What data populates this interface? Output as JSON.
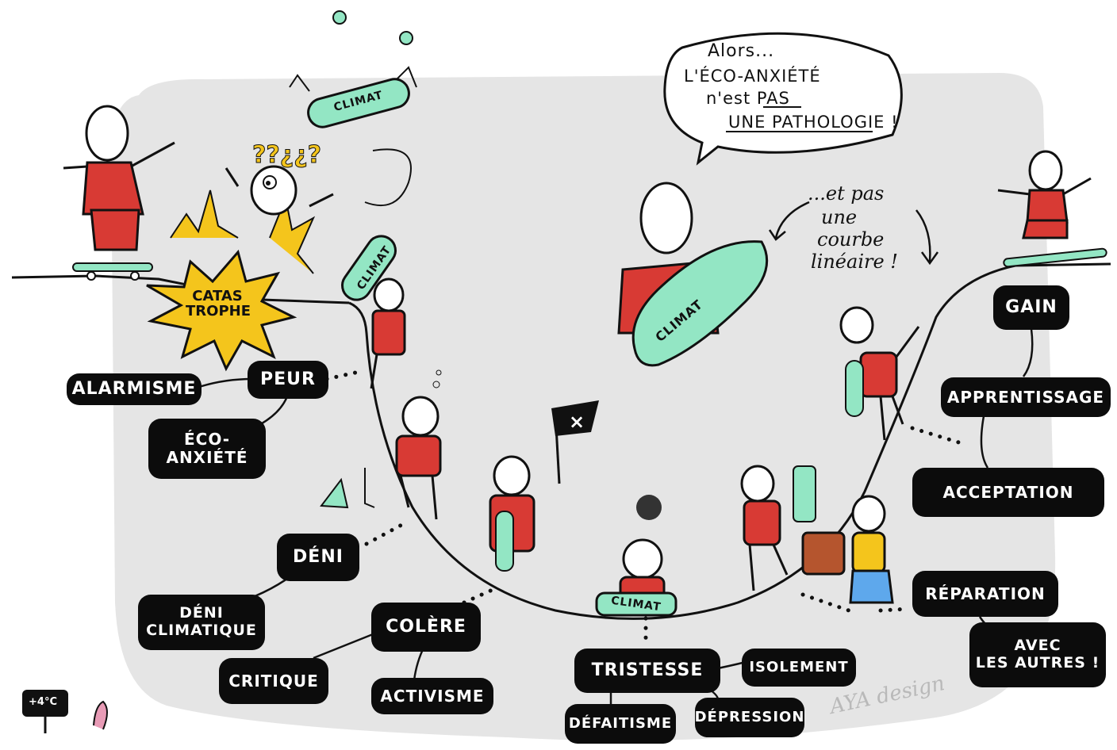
{
  "speech_bubble": {
    "line1": "Alors...",
    "line2": "L'ÉCO-ANXIÉTÉ",
    "line3": "n'est PAS",
    "line4": "UNE PATHOLOGIE !"
  },
  "curve_note": {
    "line1": "...et pas",
    "line2": "une",
    "line3": "courbe",
    "line4": "linéaire !"
  },
  "catastrophe": {
    "line1": "CATAS",
    "line2": "TROPHE"
  },
  "climate_sign": "CLIMAT",
  "thermometer": "+4°C",
  "signature": "AYA design",
  "labels": {
    "alarmisme": "ALARMISME",
    "peur": "PEUR",
    "eco_anxiete_1": "ÉCO-",
    "eco_anxiete_2": "ANXIÉTÉ",
    "deni": "DÉNI",
    "deni_climatique_1": "DÉNI",
    "deni_climatique_2": "CLIMATIQUE",
    "colere": "COLÈRE",
    "critique": "CRITIQUE",
    "activisme": "ACTIVISME",
    "tristesse": "TRISTESSE",
    "isolement": "ISOLEMENT",
    "defaitisme": "DÉFAITISME",
    "depression": "DÉPRESSION",
    "gain": "GAIN",
    "apprentissage": "APPRENTISSAGE",
    "acceptation": "ACCEPTATION",
    "reparation": "RÉPARATION",
    "avec_les_autres_1": "AVEC",
    "avec_les_autres_2": "LES AUTRES !"
  },
  "colors": {
    "background_shape": "#e5e5e5",
    "label_bg": "#0c0c0c",
    "label_text": "#ffffff",
    "character_shirt": "#d83a34",
    "climate_sign": "#93e6c4",
    "burst_yellow": "#f4c51c"
  }
}
